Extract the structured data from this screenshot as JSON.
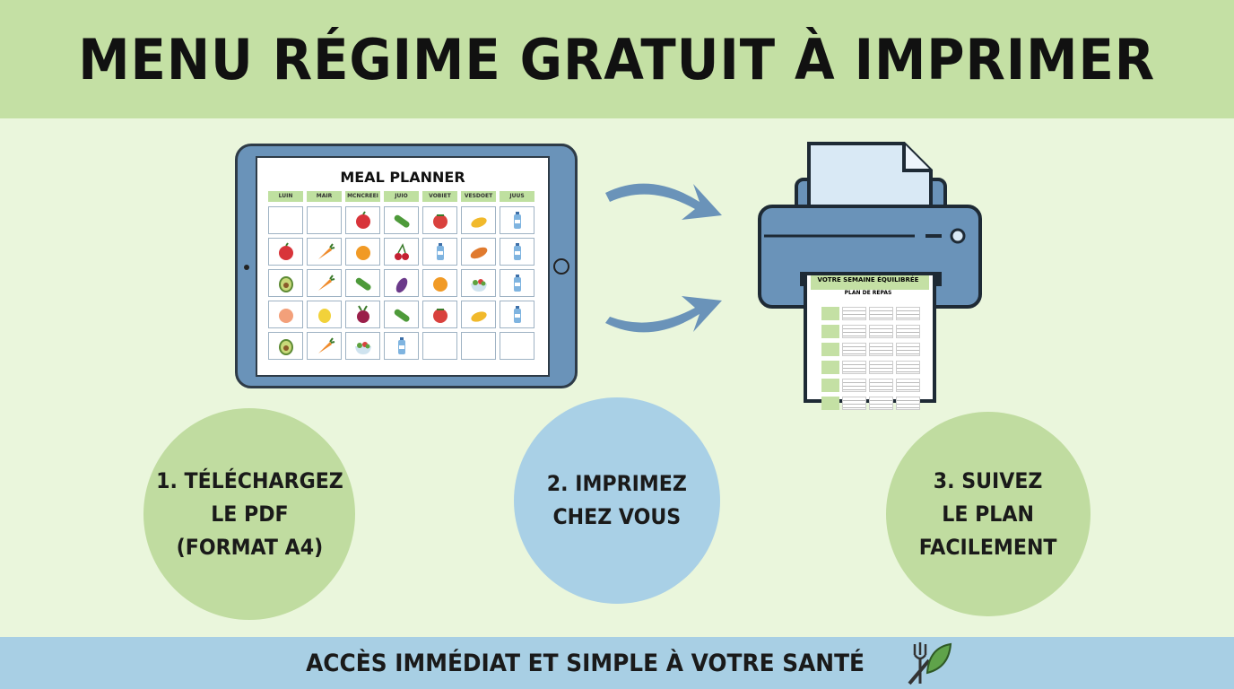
{
  "header": {
    "title": "MENU RÉGIME GRATUIT À IMPRIMER"
  },
  "tablet": {
    "title": "MEAL PLANNER",
    "days": [
      "LUIN",
      "MAIR",
      "MCNCREEI",
      "JUIO",
      "VOBIET",
      "VESDOET",
      "JUUS"
    ],
    "grid": [
      [
        "empty",
        "empty",
        "apple",
        "cucumber",
        "tomato",
        "squash",
        "water-bottle"
      ],
      [
        "apple",
        "carrot",
        "orange",
        "cherries",
        "water-bottle",
        "sweet-potato",
        "water-bottle"
      ],
      [
        "avocado",
        "carrot",
        "cucumber",
        "eggplant",
        "orange",
        "salad",
        "water-bottle"
      ],
      [
        "peach",
        "lemon",
        "beet",
        "cucumber",
        "tomato",
        "squash",
        "water-bottle"
      ],
      [
        "avocado",
        "carrot",
        "salad",
        "water-bottle",
        "empty",
        "empty",
        "empty"
      ]
    ]
  },
  "printout": {
    "title": "VOTRE SEMAINE ÉQUILIBRÉE",
    "subtitle": "PLAN DE REPAS"
  },
  "steps": [
    {
      "lines": [
        "1. TÉLÉCHARGEZ",
        "LE PDF",
        "(FORMAT A4)"
      ],
      "color": "#c0dca0"
    },
    {
      "lines": [
        "2. IMPRIMEZ",
        "CHEZ VOUS"
      ],
      "color": "#a9d0e6"
    },
    {
      "lines": [
        "3. SUIVEZ",
        "LE PLAN",
        "FACILEMENT"
      ],
      "color": "#c0dca0"
    }
  ],
  "footer": {
    "text": "ACCÈS IMMÉDIAT ET SIMPLE À VOTRE SANTÉ",
    "icon": "fork-leaf-icon"
  },
  "colors": {
    "header_bg": "#c4e0a4",
    "body_bg": "#eaf6dc",
    "footer_bg": "#a8cfe4",
    "device_blue": "#6a93b9"
  }
}
